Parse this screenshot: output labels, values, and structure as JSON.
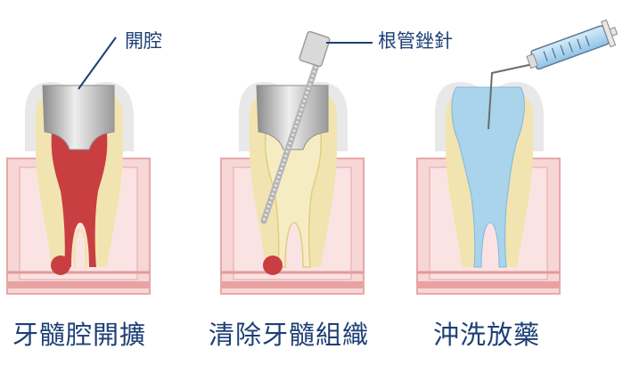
{
  "callouts": {
    "opening": "開腔",
    "file": "根管銼針"
  },
  "steps": [
    {
      "caption": "牙髓腔開擴"
    },
    {
      "caption": "清除牙髓組織"
    },
    {
      "caption": "沖洗放藥"
    }
  ],
  "colors": {
    "text": "#1d3f75",
    "gum": "#f7d6d6",
    "gum_edge": "#e39a9a",
    "dentin": "#f1e4b0",
    "enamel": "#e6e6e6",
    "pulp": "#c93e40",
    "irrigant": "#a9d4ec",
    "metal": "#b9b9b9"
  }
}
